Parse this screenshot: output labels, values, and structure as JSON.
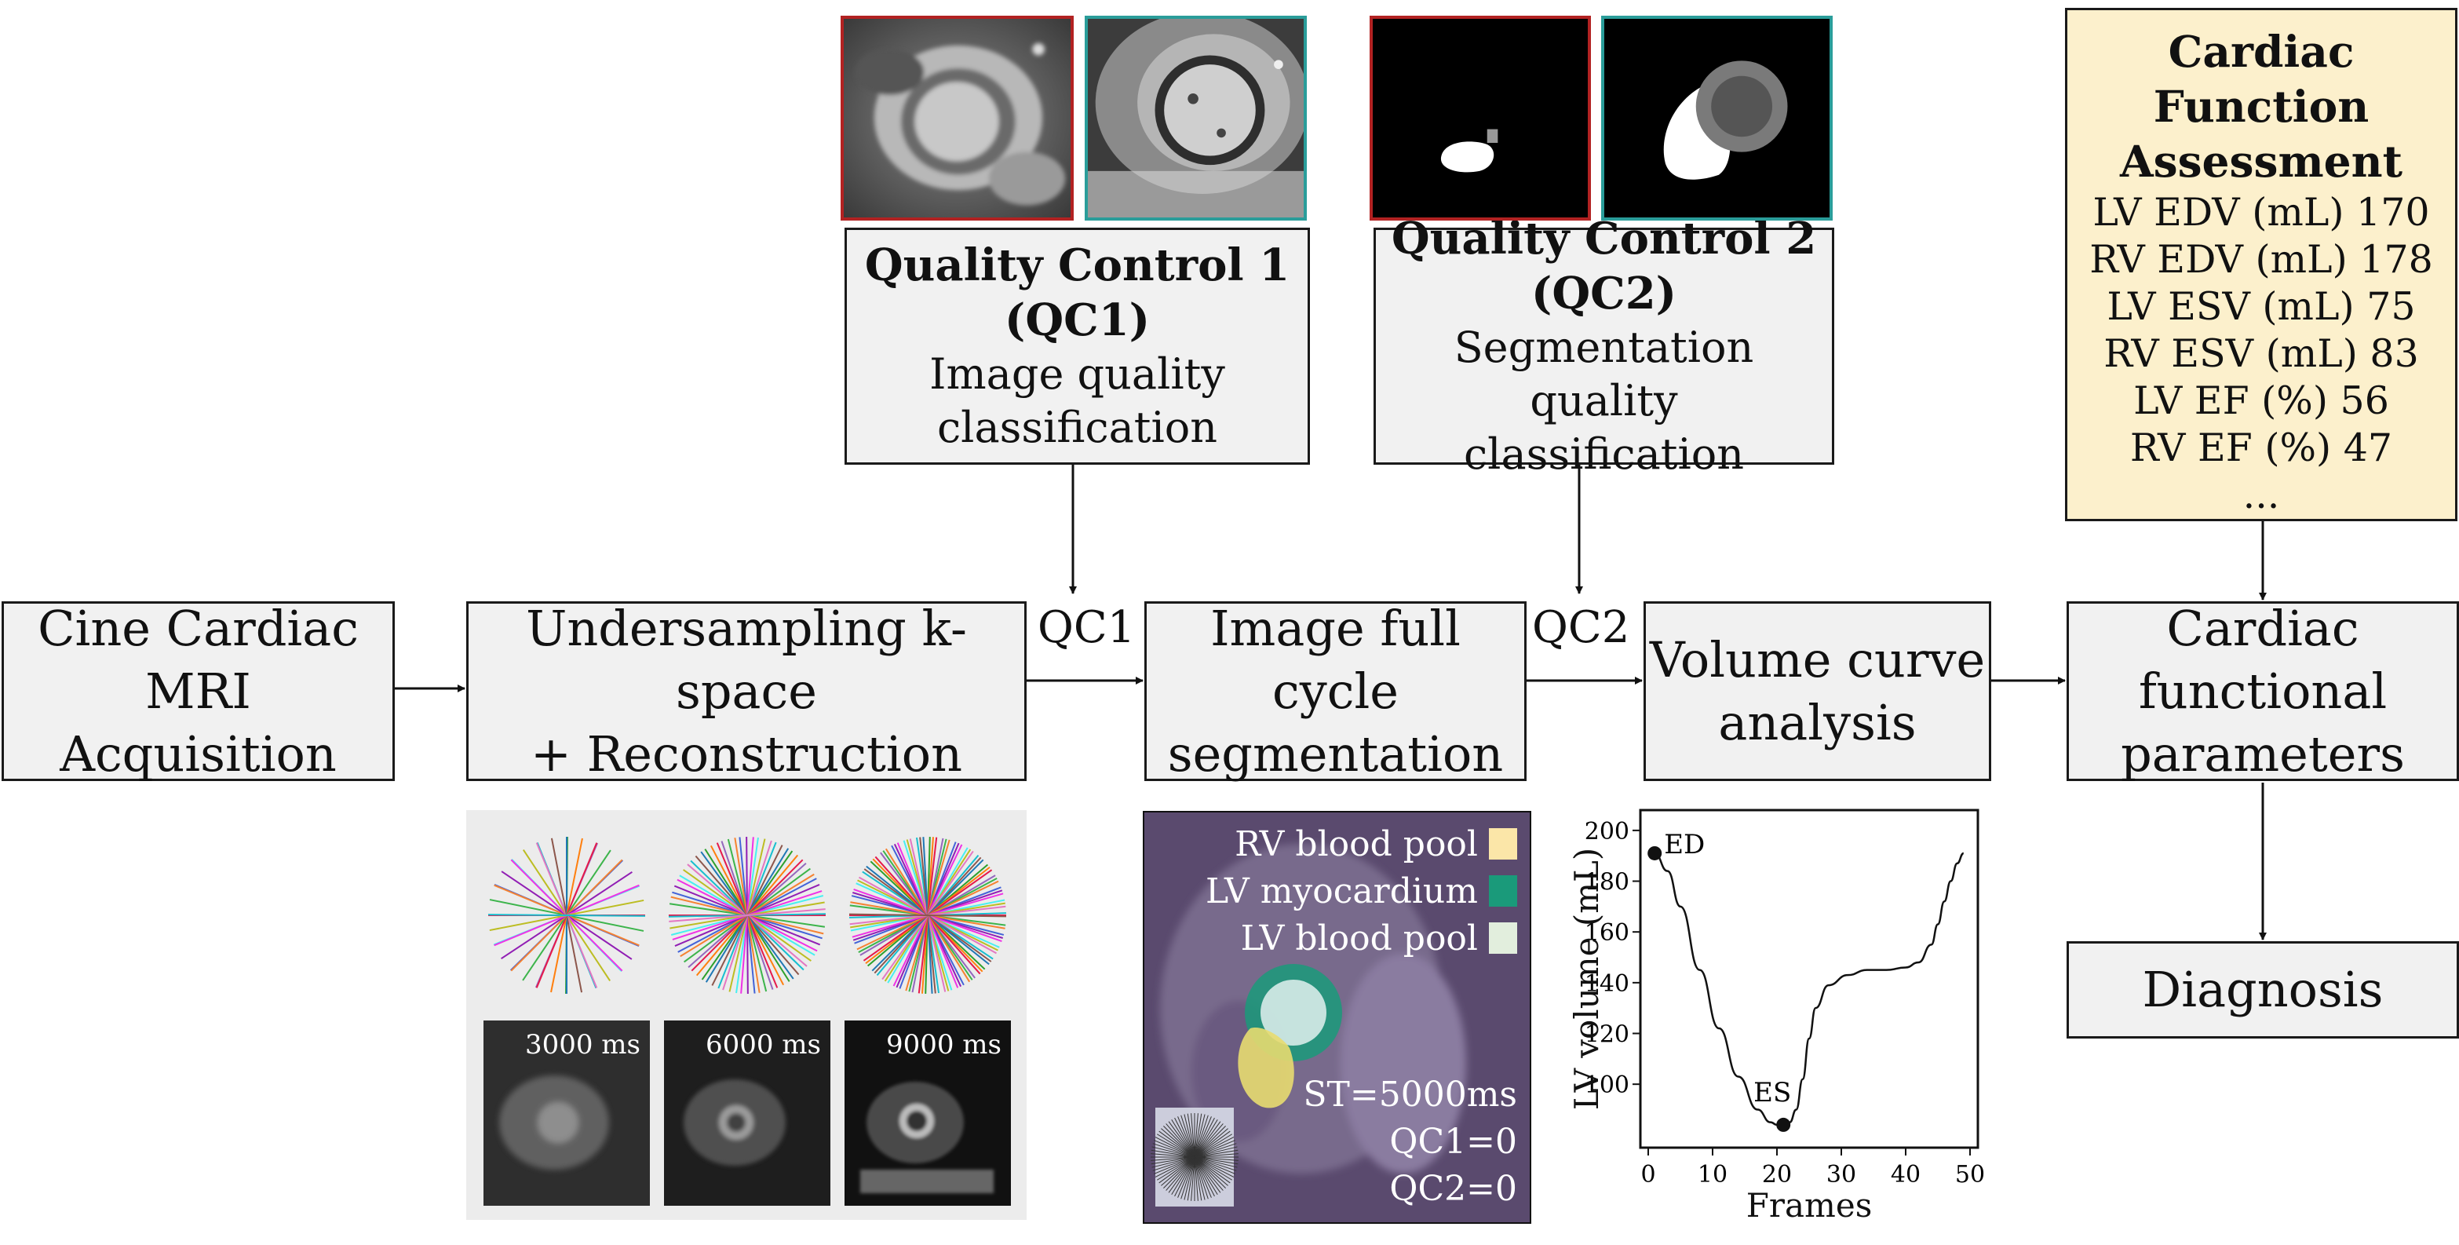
{
  "boxes": {
    "acquisition": [
      "Cine Cardiac",
      "MRI",
      "Acquisition"
    ],
    "reconstruction": [
      "Undersampling k-space",
      "+ Reconstruction"
    ],
    "segmentation": [
      "Image full cycle",
      "segmentation"
    ],
    "volume": [
      "Volume curve",
      "analysis"
    ],
    "params": [
      "Cardiac",
      "functional",
      "parameters"
    ],
    "diagnosis": "Diagnosis"
  },
  "qc1": {
    "title": [
      "Quality Control 1",
      "(QC1)"
    ],
    "subtitle": [
      "Image quality",
      "classification"
    ],
    "edge_label": "QC1"
  },
  "qc2": {
    "title": [
      "Quality Control 2",
      "(QC2)"
    ],
    "subtitle": [
      "Segmentation quality",
      "classification"
    ],
    "edge_label": "QC2"
  },
  "cardiac_function": {
    "title": [
      "Cardiac",
      "Function",
      "Assessment"
    ],
    "params": [
      "LV EDV (mL) 170",
      "RV EDV (mL) 178",
      "LV ESV (mL) 75",
      "RV ESV (mL) 83",
      "LV EF (%) 56",
      "RV EF (%) 47",
      "..."
    ]
  },
  "recon_panel": {
    "times": [
      "3000 ms",
      "6000 ms",
      "9000 ms"
    ]
  },
  "seg_panel": {
    "legend": [
      {
        "label": "RV blood pool",
        "color": "#fbe6a8"
      },
      {
        "label": "LV myocardium",
        "color": "#1a9a7a"
      },
      {
        "label": "LV blood pool",
        "color": "#e2eedd"
      }
    ],
    "overlay": [
      "ST=5000ms",
      "QC1=0",
      "QC2=0"
    ]
  },
  "qc_thumb_colors": {
    "bad": "#b22222",
    "good": "#2a9d9a"
  },
  "chart_data": {
    "type": "line",
    "xlabel": "Frames",
    "ylabel": "LV volume (mL)",
    "xlim": [
      0,
      50
    ],
    "ylim": [
      75,
      208
    ],
    "xticks": [
      0,
      10,
      20,
      30,
      40,
      50
    ],
    "yticks": [
      100,
      120,
      140,
      160,
      180,
      200
    ],
    "x": [
      1,
      3,
      5,
      8,
      11,
      14,
      17,
      19,
      20,
      21,
      22,
      23,
      24,
      25,
      26,
      28,
      31,
      34,
      37,
      40,
      42,
      44,
      45,
      46,
      47,
      48,
      49
    ],
    "y": [
      191,
      184,
      170,
      145,
      122,
      103,
      90,
      85,
      84,
      84,
      85,
      90,
      102,
      118,
      130,
      139,
      143,
      145,
      145,
      146,
      148,
      155,
      163,
      172,
      180,
      187,
      191
    ],
    "annotations": [
      {
        "label": "ED",
        "x": 1,
        "y": 191
      },
      {
        "label": "ES",
        "x": 21,
        "y": 84
      }
    ]
  }
}
